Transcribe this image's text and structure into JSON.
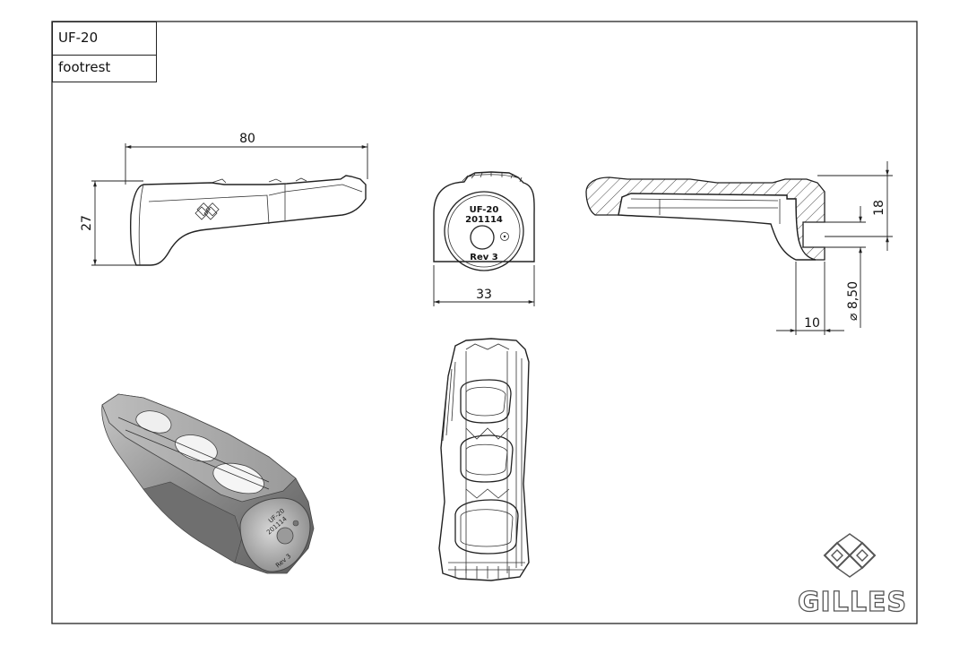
{
  "title_block": {
    "part_number": "UF-20",
    "description": "footrest"
  },
  "dimensions": {
    "side_length": "80",
    "side_height": "27",
    "front_width": "33",
    "section_depth": "18",
    "section_diameter": "⌀ 8,50",
    "section_offset": "10"
  },
  "part_marking": {
    "line1": "UF-20",
    "line2": "201114",
    "line3": "Rev 3"
  },
  "brand": {
    "name": "GILLES",
    "logo_icon": "gilles-emblem-icon"
  },
  "colors": {
    "line": "#222222",
    "render_dark": "#6e6e6e",
    "render_light": "#b4b4b4"
  }
}
